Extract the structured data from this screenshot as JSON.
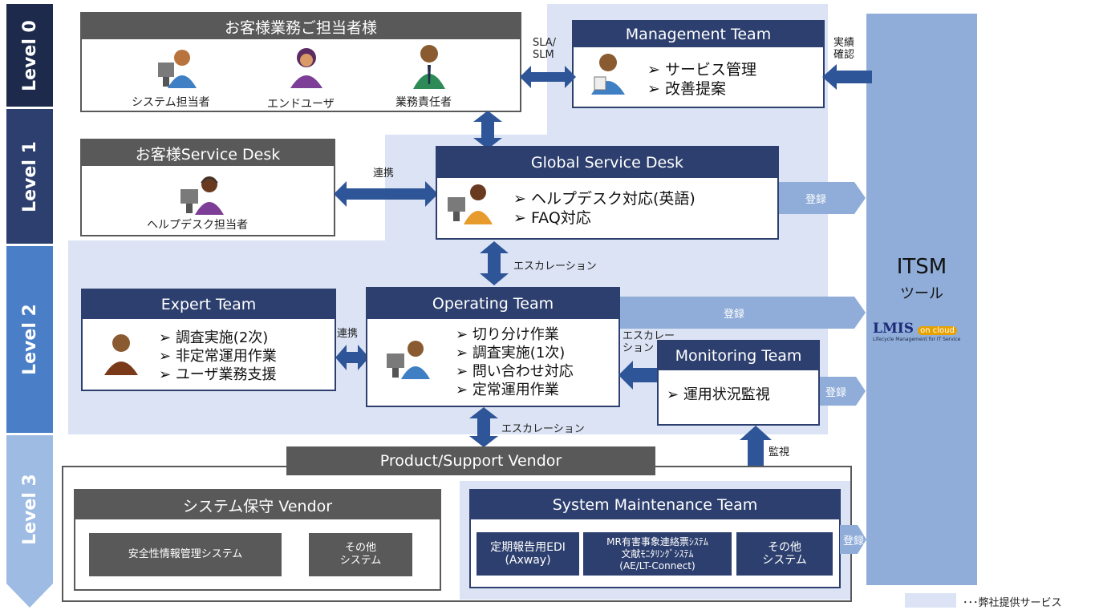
{
  "levels": [
    "Level 0",
    "Level 1",
    "Level 2",
    "Level 3"
  ],
  "customer_staff": {
    "title": "お客様業務ご担当者様",
    "persons": [
      "システム担当者",
      "エンドユーザ",
      "業務責任者"
    ]
  },
  "management_team": {
    "title": "Management Team",
    "items": [
      "サービス管理",
      "改善提案"
    ]
  },
  "customer_service_desk": {
    "title": "お客様Service Desk",
    "person": "ヘルプデスク担当者"
  },
  "global_service_desk": {
    "title": "Global Service Desk",
    "items": [
      "ヘルプデスク対応(英語)",
      "FAQ対応"
    ]
  },
  "expert_team": {
    "title": "Expert Team",
    "items": [
      "調査実施(2次)",
      "非定常運用作業",
      "ユーザ業務支援"
    ]
  },
  "operating_team": {
    "title": "Operating Team",
    "items": [
      "切り分け作業",
      "調査実施(1次)",
      "問い合わせ対応",
      "定常運用作業"
    ]
  },
  "monitoring_team": {
    "title": "Monitoring Team",
    "items": [
      "運用状況監視"
    ]
  },
  "product_vendor": {
    "title": "Product/Support Vendor"
  },
  "system_vendor": {
    "title": "システム保守 Vendor",
    "sub": [
      "安全性情報管理システム",
      "その他\nシステム"
    ]
  },
  "maintenance_team": {
    "title": "System Maintenance Team",
    "sub": [
      "定期報告用EDI\n(Axway)",
      "MR有害事象連絡票ｼｽﾃﾑ\n文献ﾓﾆﾀﾘﾝｸﾞｼｽﾃﾑ\n(AE/LT-Connect)",
      "その他\nシステム"
    ]
  },
  "itsm": {
    "title": "ITSM",
    "sub": "ツール",
    "logo": "LMIS",
    "logo_badge": "on cloud",
    "logo_caption": "Lifecycle Management for IT Service"
  },
  "labels": {
    "sla": "SLA/\nSLM",
    "jisseki": "実績\n確認",
    "renkei1": "連携",
    "renkei2": "連携",
    "escalation1": "エスカレーション",
    "escalation2": "エスカレーション",
    "escalation3": "エスカレー\nション",
    "kanshi": "監視",
    "toroku": "登録"
  },
  "legend": "･･･弊社提供サービス"
}
